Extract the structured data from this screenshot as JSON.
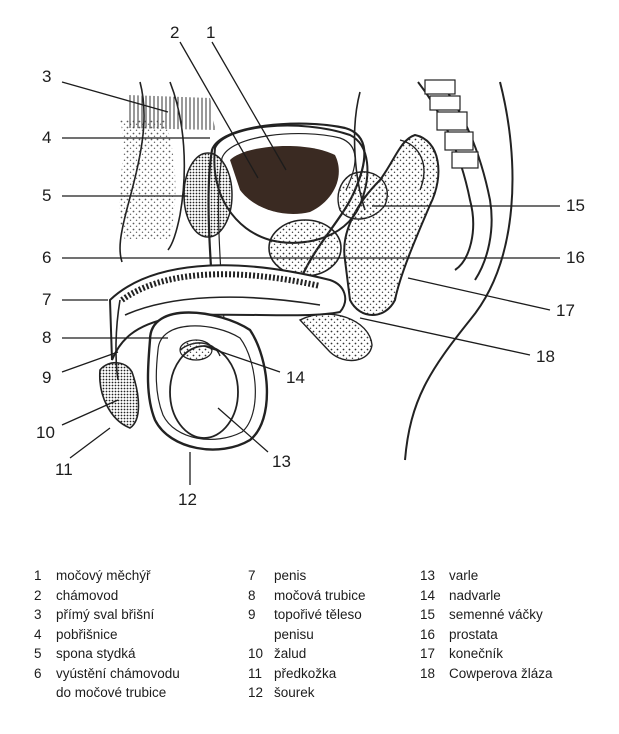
{
  "labels": [
    {
      "id": "2",
      "text": "2"
    },
    {
      "id": "1",
      "text": "1"
    },
    {
      "id": "3",
      "text": "3"
    },
    {
      "id": "4",
      "text": "4"
    },
    {
      "id": "5",
      "text": "5"
    },
    {
      "id": "15",
      "text": "15"
    },
    {
      "id": "6",
      "text": "6"
    },
    {
      "id": "16",
      "text": "16"
    },
    {
      "id": "7",
      "text": "7"
    },
    {
      "id": "17",
      "text": "17"
    },
    {
      "id": "8",
      "text": "8"
    },
    {
      "id": "9",
      "text": "9"
    },
    {
      "id": "18",
      "text": "18"
    },
    {
      "id": "14",
      "text": "14"
    },
    {
      "id": "10",
      "text": "10"
    },
    {
      "id": "11",
      "text": "11"
    },
    {
      "id": "13",
      "text": "13"
    },
    {
      "id": "12",
      "text": "12"
    }
  ],
  "legend": {
    "col1": [
      {
        "num": "1",
        "name": "močový měchýř"
      },
      {
        "num": "2",
        "name": "chámovod"
      },
      {
        "num": "3",
        "name": "přímý sval břišní"
      },
      {
        "num": "4",
        "name": "pobřišnice"
      },
      {
        "num": "5",
        "name": "spona stydká"
      },
      {
        "num": "6",
        "name": "vyústění chámovodu",
        "cont": "do močové trubice"
      }
    ],
    "col2": [
      {
        "num": "7",
        "name": "penis"
      },
      {
        "num": "8",
        "name": "močová trubice"
      },
      {
        "num": "9",
        "name": "topořivé těleso",
        "cont": "penisu"
      },
      {
        "num": "10",
        "name": "žalud"
      },
      {
        "num": "11",
        "name": "předkožka"
      },
      {
        "num": "12",
        "name": "šourek"
      }
    ],
    "col3": [
      {
        "num": "13",
        "name": "varle"
      },
      {
        "num": "14",
        "name": "nadvarle"
      },
      {
        "num": "15",
        "name": "semenné váčky"
      },
      {
        "num": "16",
        "name": "prostata"
      },
      {
        "num": "17",
        "name": "konečník"
      },
      {
        "num": "18",
        "name": "Cowperova žláza"
      }
    ]
  }
}
